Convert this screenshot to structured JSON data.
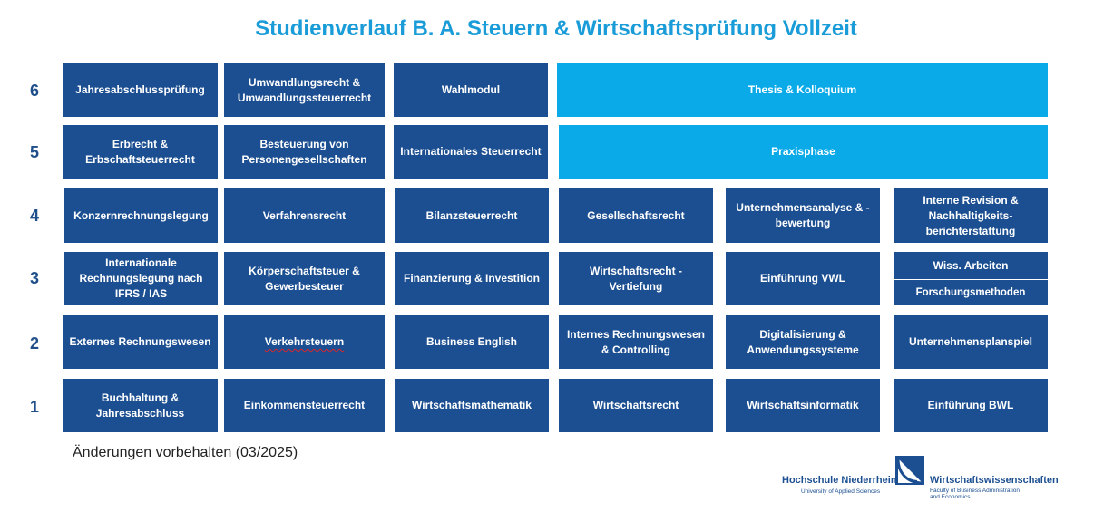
{
  "title": "Studienverlauf B. A. Steuern & Wirtschaftsprüfung Vollzeit",
  "semesters": [
    "6",
    "5",
    "4",
    "3",
    "2",
    "1"
  ],
  "grid": {
    "sem6": {
      "c1": "Jahresabschlussprüfung",
      "c2": "Umwandlungsrecht & Umwandlungssteuerrecht",
      "c3": "Wahlmodul",
      "wide": "Thesis & Kolloquium"
    },
    "sem5": {
      "c1": "Erbrecht & Erbschaftsteuerrecht",
      "c2": "Besteuerung von Personengesellschaften",
      "c3": "Internationales Steuerrecht",
      "wide": "Praxisphase"
    },
    "sem4": {
      "c1": "Konzernrechnungslegung",
      "c2": "Verfahrensrecht",
      "c3": "Bilanzsteuerrecht",
      "c4": "Gesellschaftsrecht",
      "c5": "Unternehmensanalyse & -bewertung",
      "c6": "Interne Revision & Nachhaltigkeits-berichterstattung"
    },
    "sem3": {
      "c1": "Internationale Rechnungslegung nach IFRS / IAS",
      "c2": "Körperschaftsteuer & Gewerbesteuer",
      "c3": "Finanzierung & Investition",
      "c4": "Wirtschaftsrecht - Vertiefung",
      "c5": "Einführung VWL",
      "c6a": "Wiss. Arbeiten",
      "c6b": "Forschungsmethoden"
    },
    "sem2": {
      "c1": "Externes Rechnungswesen",
      "c2": "Verkehrsteuern",
      "c3": "Business English",
      "c4": "Internes Rechnungswesen & Controlling",
      "c5": "Digitalisierung & Anwendungssysteme",
      "c6": "Unternehmensplanspiel"
    },
    "sem1": {
      "c1": "Buchhaltung & Jahresabschluss",
      "c2": "Einkommensteuerrecht",
      "c3": "Wirtschaftsmathematik",
      "c4": "Wirtschaftsrecht",
      "c5": "Wirtschaftsinformatik",
      "c6": "Einführung BWL"
    }
  },
  "note": "Änderungen vorbehalten (03/2025)",
  "logo": {
    "left_main": "Hochschule Niederrhein",
    "left_sub": "University of Applied Sciences",
    "right_main": "Wirtschaftswissenschaften",
    "right_sub1": "Faculty of Business Administration",
    "right_sub2": "and Economics"
  },
  "colors": {
    "dark_blue": "#1c4f91",
    "light_blue": "#0aaae8",
    "title": "#1a9cd8"
  }
}
